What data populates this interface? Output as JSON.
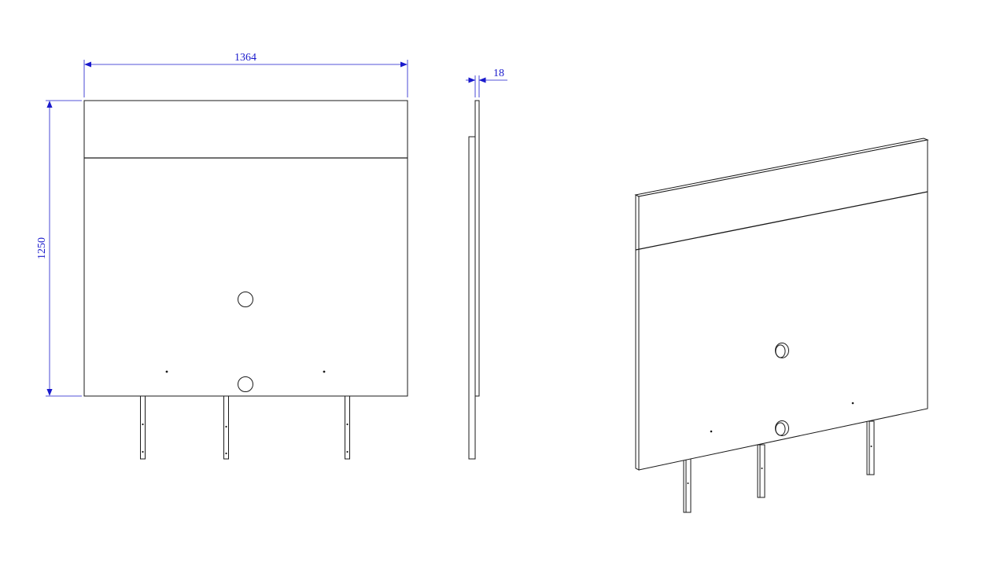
{
  "dimensions": {
    "width_label": "1364",
    "height_label": "1250",
    "thickness_label": "18"
  },
  "colors": {
    "line": "#1a1a1a",
    "dimension": "#1a1acc",
    "background": "#ffffff"
  }
}
